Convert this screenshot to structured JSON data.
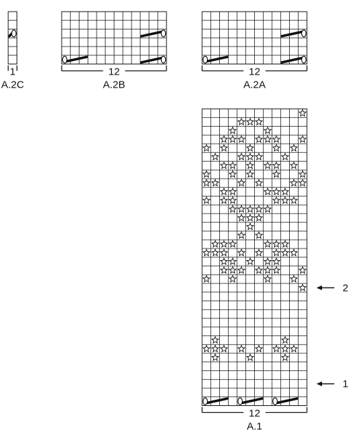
{
  "charts": [
    {
      "id": "A.2C",
      "name_label": "A.2C",
      "count_label": "1",
      "cols": 1,
      "rows": 6,
      "cable_marks": [
        {
          "row_from_bottom": 4,
          "col": 0,
          "type": "cable-right"
        }
      ]
    },
    {
      "id": "A.2B",
      "name_label": "A.2B",
      "count_label": "12",
      "cols": 12,
      "rows": 6,
      "cable_marks": [
        {
          "row_from_bottom": 1,
          "col": 0,
          "type": "cable-left"
        },
        {
          "row_from_bottom": 1,
          "col": 9,
          "type": "cable-right"
        },
        {
          "row_from_bottom": 4,
          "col": 9,
          "type": "cable-right"
        }
      ]
    },
    {
      "id": "A.2A",
      "name_label": "A.2A",
      "count_label": "12",
      "cols": 12,
      "rows": 6,
      "cable_marks": [
        {
          "row_from_bottom": 1,
          "col": 0,
          "type": "cable-left"
        },
        {
          "row_from_bottom": 1,
          "col": 9,
          "type": "cable-right"
        },
        {
          "row_from_bottom": 4,
          "col": 9,
          "type": "cable-right"
        }
      ]
    },
    {
      "id": "A.1",
      "name_label": "A.1",
      "count_label": "12",
      "cols": 12,
      "rows": 34,
      "cable_marks": [
        {
          "row_from_bottom": 1,
          "col": 0,
          "type": "cable-left"
        },
        {
          "row_from_bottom": 1,
          "col": 4,
          "type": "cable-left"
        },
        {
          "row_from_bottom": 1,
          "col": 8,
          "type": "cable-left"
        }
      ],
      "star_cells": [
        [
          33,
          11
        ],
        [
          32,
          4
        ],
        [
          32,
          5
        ],
        [
          32,
          6
        ],
        [
          31,
          3
        ],
        [
          31,
          7
        ],
        [
          30,
          2
        ],
        [
          30,
          3
        ],
        [
          30,
          4
        ],
        [
          30,
          6
        ],
        [
          30,
          7
        ],
        [
          30,
          8
        ],
        [
          30,
          11
        ],
        [
          29,
          0
        ],
        [
          29,
          2
        ],
        [
          29,
          5
        ],
        [
          29,
          8
        ],
        [
          29,
          10
        ],
        [
          28,
          1
        ],
        [
          28,
          4
        ],
        [
          28,
          5
        ],
        [
          28,
          6
        ],
        [
          28,
          9
        ],
        [
          27,
          2
        ],
        [
          27,
          3
        ],
        [
          27,
          5
        ],
        [
          27,
          7
        ],
        [
          27,
          8
        ],
        [
          27,
          10
        ],
        [
          26,
          0
        ],
        [
          26,
          3
        ],
        [
          26,
          5
        ],
        [
          26,
          8
        ],
        [
          26,
          11
        ],
        [
          25,
          0
        ],
        [
          25,
          1
        ],
        [
          25,
          4
        ],
        [
          25,
          6
        ],
        [
          25,
          10
        ],
        [
          25,
          11
        ],
        [
          24,
          2
        ],
        [
          24,
          3
        ],
        [
          24,
          7
        ],
        [
          24,
          8
        ],
        [
          24,
          9
        ],
        [
          23,
          0
        ],
        [
          23,
          2
        ],
        [
          23,
          3
        ],
        [
          23,
          8
        ],
        [
          23,
          9
        ],
        [
          23,
          10
        ],
        [
          22,
          3
        ],
        [
          22,
          4
        ],
        [
          22,
          5
        ],
        [
          22,
          6
        ],
        [
          22,
          7
        ],
        [
          21,
          4
        ],
        [
          21,
          5
        ],
        [
          21,
          6
        ],
        [
          20,
          5
        ],
        [
          19,
          4
        ],
        [
          19,
          6
        ],
        [
          18,
          1
        ],
        [
          18,
          2
        ],
        [
          18,
          3
        ],
        [
          18,
          7
        ],
        [
          18,
          8
        ],
        [
          18,
          9
        ],
        [
          17,
          0
        ],
        [
          17,
          1
        ],
        [
          17,
          2
        ],
        [
          17,
          4
        ],
        [
          17,
          6
        ],
        [
          17,
          8
        ],
        [
          17,
          9
        ],
        [
          17,
          10
        ],
        [
          16,
          2
        ],
        [
          16,
          3
        ],
        [
          16,
          5
        ],
        [
          16,
          7
        ],
        [
          16,
          8
        ],
        [
          15,
          2
        ],
        [
          15,
          3
        ],
        [
          15,
          4
        ],
        [
          15,
          6
        ],
        [
          15,
          7
        ],
        [
          15,
          8
        ],
        [
          15,
          11
        ],
        [
          14,
          0
        ],
        [
          14,
          3
        ],
        [
          14,
          7
        ],
        [
          14,
          10
        ],
        [
          13,
          11
        ],
        [
          7,
          1
        ],
        [
          7,
          9
        ],
        [
          6,
          0
        ],
        [
          6,
          1
        ],
        [
          6,
          2
        ],
        [
          6,
          4
        ],
        [
          6,
          6
        ],
        [
          6,
          8
        ],
        [
          6,
          9
        ],
        [
          6,
          10
        ],
        [
          5,
          1
        ],
        [
          5,
          5
        ],
        [
          5,
          9
        ]
      ],
      "arrows": [
        {
          "row_from_bottom": 14,
          "label": "2"
        },
        {
          "row_from_bottom": 3,
          "label": "1"
        }
      ]
    }
  ]
}
